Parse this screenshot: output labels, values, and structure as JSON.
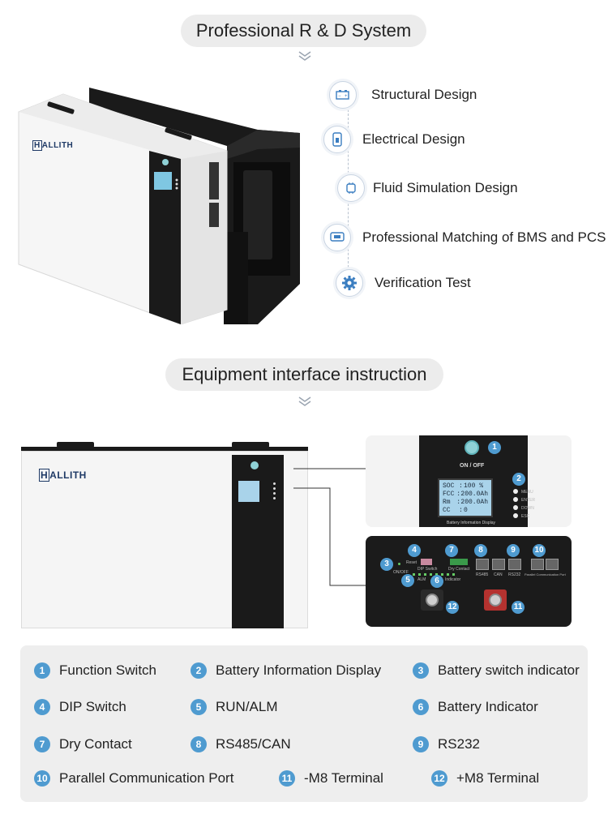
{
  "section1": {
    "title": "Professional R & D System"
  },
  "brand": {
    "logo_text": "ALLITH",
    "logo_mark": "H"
  },
  "features": [
    {
      "label": "Structural Design",
      "icon": "battery-icon"
    },
    {
      "label": "Electrical Design",
      "icon": "phone-battery-icon"
    },
    {
      "label": "Fluid Simulation Design",
      "icon": "chip-icon"
    },
    {
      "label": "Professional Matching of BMS and PCS",
      "icon": "monitor-icon"
    },
    {
      "label": "Verification Test",
      "icon": "gear-icon"
    }
  ],
  "section2": {
    "title": "Equipment interface instruction"
  },
  "panel": {
    "switch_label": "ON / OFF",
    "lcd_rows": [
      {
        "k": "SOC",
        "sep": ":",
        "v": "100 %"
      },
      {
        "k": "FCC",
        "sep": ":",
        "v": "200.0Ah"
      },
      {
        "k": "Rm",
        "sep": ":",
        "v": "200.0Ah"
      },
      {
        "k": "CC",
        "sep": ":",
        "v": "0"
      }
    ],
    "buttons": [
      "MENU",
      "ENTER",
      "DOWN",
      "ESC"
    ],
    "display_caption": "Battery Information Display"
  },
  "ports": {
    "onoff": "ON/OFF",
    "reset": "Reset",
    "dip": "DIP Switch",
    "dry": "Dry Contact",
    "alm": "ALM",
    "indicator": "Indicator",
    "rs485": "RS485",
    "can": "CAN",
    "rs232": "RS232",
    "parallel": "Parallel Communication Port"
  },
  "callouts": [
    "1",
    "2",
    "3",
    "4",
    "5",
    "6",
    "7",
    "8",
    "9",
    "10",
    "11",
    "12"
  ],
  "legend": [
    {
      "n": "1",
      "label": "Function Switch"
    },
    {
      "n": "2",
      "label": "Battery Information Display"
    },
    {
      "n": "3",
      "label": "Battery switch indicator"
    },
    {
      "n": "4",
      "label": "DIP Switch"
    },
    {
      "n": "5",
      "label": "RUN/ALM"
    },
    {
      "n": "6",
      "label": "Battery Indicator"
    },
    {
      "n": "7",
      "label": "Dry Contact"
    },
    {
      "n": "8",
      "label": "RS485/CAN"
    },
    {
      "n": "9",
      "label": "RS232"
    },
    {
      "n": "10",
      "label": "Parallel Communication Port"
    },
    {
      "n": "11",
      "label": "-M8 Terminal"
    },
    {
      "n": "12",
      "label": "+M8 Terminal"
    }
  ],
  "colors": {
    "accent": "#4f9bd0",
    "pill": "#ececec",
    "legend_bg": "#eeeeee",
    "unit_dark": "#1b1b1b"
  }
}
